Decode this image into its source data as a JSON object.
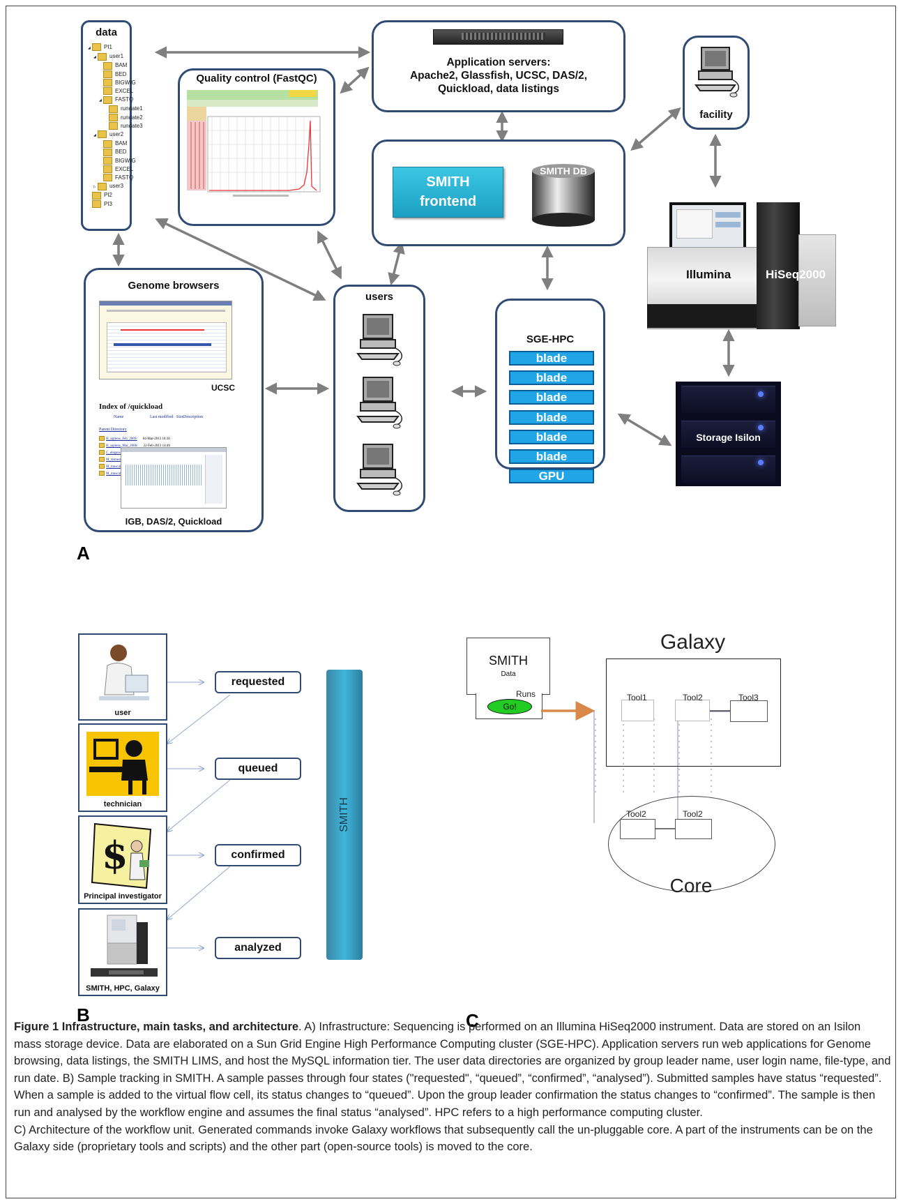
{
  "panel_a": {
    "label": "A",
    "data_box": {
      "title": "data",
      "tree": [
        {
          "name": "PI1",
          "level": 0,
          "toggle": "◢"
        },
        {
          "name": "user1",
          "level": 1,
          "toggle": "◢"
        },
        {
          "name": "BAM",
          "level": 2,
          "toggle": ""
        },
        {
          "name": "BED",
          "level": 2,
          "toggle": ""
        },
        {
          "name": "BIGWIG",
          "level": 2,
          "toggle": ""
        },
        {
          "name": "EXCEL",
          "level": 2,
          "toggle": ""
        },
        {
          "name": "FASTQ",
          "level": 2,
          "toggle": "◢"
        },
        {
          "name": "rundate1",
          "level": 3,
          "toggle": ""
        },
        {
          "name": "rundate2",
          "level": 3,
          "toggle": ""
        },
        {
          "name": "rundate3",
          "level": 3,
          "toggle": ""
        },
        {
          "name": "user2",
          "level": 1,
          "toggle": "◢"
        },
        {
          "name": "BAM",
          "level": 2,
          "toggle": ""
        },
        {
          "name": "BED",
          "level": 2,
          "toggle": ""
        },
        {
          "name": "BIGWIG",
          "level": 2,
          "toggle": ""
        },
        {
          "name": "EXCEL",
          "level": 2,
          "toggle": ""
        },
        {
          "name": "FASTQ",
          "level": 2,
          "toggle": ""
        },
        {
          "name": "user3",
          "level": 1,
          "toggle": "▷"
        },
        {
          "name": "PI2",
          "level": 0,
          "toggle": ""
        },
        {
          "name": "PI3",
          "level": 0,
          "toggle": ""
        }
      ]
    },
    "quality_control": {
      "title": "Quality control (FastQC)"
    },
    "app_servers": {
      "title": "Application servers:\nApache2, Glassfish, UCSC, DAS/2,\nQuickload, data listings"
    },
    "facility": {
      "title": "facility"
    },
    "smith": {
      "frontend": "SMITH\nfrontend",
      "db": "SMITH DB"
    },
    "genome_browsers": {
      "title": "Genome browsers",
      "ucsc": "UCSC",
      "index_title": "Index of /quickload",
      "index_headers": [
        "Name",
        "Last modified",
        "Size",
        "Description"
      ],
      "index_parent": "Parent Directory",
      "index_rows": [
        {
          "name": "H_sapiens_Feb_2009/",
          "date": "04-Mar-2013 18:36"
        },
        {
          "name": "H_sapiens_Mar_2006/",
          "date": "22-Feb-2013 14:46"
        },
        {
          "name": "C_elegans_Jun_2013/",
          "date": ""
        },
        {
          "name": "M_domestica_Oct_2006/",
          "date": ""
        },
        {
          "name": "M_musculus_Jul_2007/",
          "date": ""
        },
        {
          "name": "M_musculus_Feb_2006/",
          "date": ""
        }
      ],
      "footer": "IGB, DAS/2, Quickload"
    },
    "users": {
      "title": "users"
    },
    "sge_hpc": {
      "title": "SGE-HPC",
      "units": [
        "blade",
        "blade",
        "blade",
        "blade",
        "blade",
        "blade",
        "GPU"
      ]
    },
    "illumina": {
      "brand": "Illumina",
      "model": "HiSeq2000"
    },
    "storage": {
      "label": "Storage Isilon"
    },
    "colors": {
      "box_border": "#2f4b73",
      "arrow": "#7f7f7f",
      "blade": "#22a5e6",
      "frontend": "#2bb5d6"
    }
  },
  "panel_b": {
    "label": "B",
    "roles": [
      "user",
      "technician",
      "Principal investigator",
      "SMITH, HPC, Galaxy"
    ],
    "states": [
      "requested",
      "queued",
      "confirmed",
      "analyzed"
    ],
    "bar_label": "SMITH",
    "colors": {
      "bar": "#3a9fc0",
      "link": "#8fa9cc"
    }
  },
  "panel_c": {
    "label": "C",
    "smith_title": "SMITH",
    "smith_sub": "Data",
    "go_button": "Go!",
    "runs_label": "Runs",
    "galaxy_title": "Galaxy",
    "galaxy_tools": [
      "Tool1",
      "Tool2",
      "Tool3"
    ],
    "core_tools": [
      "Tool2",
      "Tool2"
    ],
    "core_title": "Core",
    "colors": {
      "go": "#22cc22",
      "runs_arrow": "#d9884a"
    }
  },
  "caption": {
    "title": "Figure 1 Infrastructure, main tasks, and architecture",
    "text_a": ". A) Infrastructure: Sequencing is performed on an Illumina HiSeq2000 instrument. Data are stored on an Isilon mass storage device. Data are elaborated on a Sun Grid Engine High Performance Computing cluster (SGE-HPC). Application servers run web applications for Genome browsing, data listings, the SMITH LIMS, and host the MySQL information tier. The user data directories are organized by group leader name, user login name, file-type, and run date. B) Sample tracking in SMITH. A sample passes through four states (\"requested\", “queued”, “confirmed”, “analysed”). Submitted samples have status “requested”. When a sample is added to the virtual flow cell, its status changes to “queued”. Upon the group leader confirmation the status changes to “confirmed”. The sample is then run and analysed by the workflow engine and assumes the final status “analysed”. HPC refers to a high performance computing cluster.",
    "text_c": "C) Architecture of the workflow unit. Generated commands invoke Galaxy workflows that subsequently call the un-pluggable core. A part of the instruments can be on the Galaxy side (proprietary tools and scripts) and the other part (open-source tools) is moved to the core."
  }
}
